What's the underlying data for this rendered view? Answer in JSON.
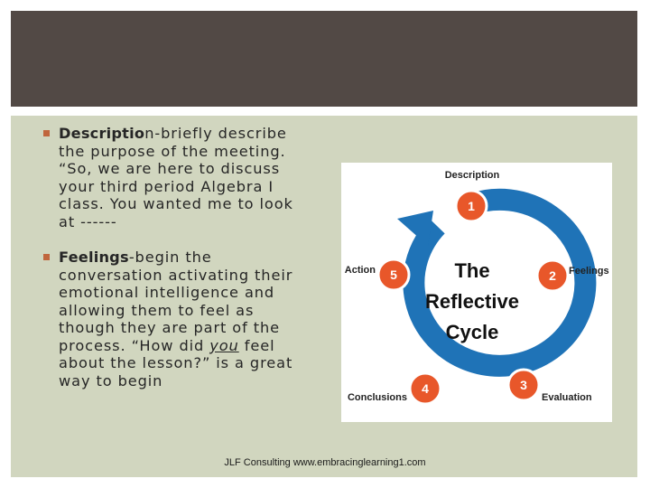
{
  "slide": {
    "bullets": [
      {
        "term": "Descriptio",
        "body": "n-briefly describe the purpose of the meeting. “So, we are here to discuss your third period Algebra I class.  You wanted me to look at ------"
      },
      {
        "term": "Feelings",
        "body_before": "-begin the conversation activating their emotional intelligence and allowing them to feel as though they are part of the process.  “How did ",
        "emphasis": "you",
        "body_after": " feel about the lesson?”  is a great way to begin"
      }
    ],
    "footer": "JLF Consulting www.embracinglearning1.com"
  },
  "diagram": {
    "center_lines": [
      "The",
      "Reflective",
      "Cycle"
    ],
    "stages": [
      {
        "number": "1",
        "label": "Description"
      },
      {
        "number": "2",
        "label": "Feelings"
      },
      {
        "number": "3",
        "label": "Evaluation"
      },
      {
        "number": "4",
        "label": "Conclusions"
      },
      {
        "number": "5",
        "label": "Action"
      }
    ],
    "colors": {
      "ring": "#1f73b7",
      "node": "#e8572a",
      "node_border": "#ffffff",
      "title_bar": "#524945",
      "content_bg": "#d1d6bf",
      "bullet_marker": "#c0663d"
    }
  }
}
